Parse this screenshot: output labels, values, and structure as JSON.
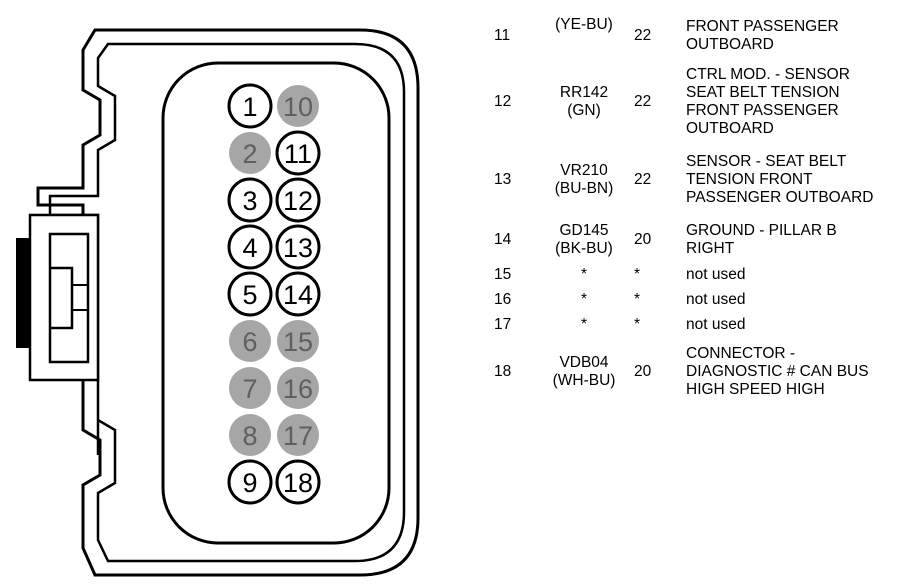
{
  "connector": {
    "pins": [
      {
        "number": "1",
        "used": true
      },
      {
        "number": "2",
        "used": false
      },
      {
        "number": "3",
        "used": true
      },
      {
        "number": "4",
        "used": true
      },
      {
        "number": "5",
        "used": true
      },
      {
        "number": "6",
        "used": false
      },
      {
        "number": "7",
        "used": false
      },
      {
        "number": "8",
        "used": false
      },
      {
        "number": "9",
        "used": true
      },
      {
        "number": "10",
        "used": false
      },
      {
        "number": "11",
        "used": true
      },
      {
        "number": "12",
        "used": true
      },
      {
        "number": "13",
        "used": true
      },
      {
        "number": "14",
        "used": true
      },
      {
        "number": "15",
        "used": false
      },
      {
        "number": "16",
        "used": false
      },
      {
        "number": "17",
        "used": false
      },
      {
        "number": "18",
        "used": true
      }
    ],
    "colors": {
      "unused_fill": "#a6a6a6",
      "unused_text": "#5f5f5f",
      "used_fill": "#ffffff",
      "outline": "#000000"
    }
  },
  "pinout": [
    {
      "pin": "11",
      "wire": "(YE-BU)",
      "gauge": "22",
      "description": "FRONT PASSENGER\nOUTBOARD"
    },
    {
      "pin": "12",
      "wire": "RR142\n(GN)",
      "gauge": "22",
      "description": "CTRL MOD. - SENSOR\nSEAT BELT TENSION\nFRONT PASSENGER\nOUTBOARD"
    },
    {
      "pin": "13",
      "wire": "VR210\n(BU-BN)",
      "gauge": "22",
      "description": "SENSOR - SEAT BELT\nTENSION FRONT\nPASSENGER OUTBOARD"
    },
    {
      "pin": "14",
      "wire": "GD145\n(BK-BU)",
      "gauge": "20",
      "description": "GROUND - PILLAR B\nRIGHT"
    },
    {
      "pin": "15",
      "wire": "*",
      "gauge": "*",
      "description": "not used"
    },
    {
      "pin": "16",
      "wire": "*",
      "gauge": "*",
      "description": "not used"
    },
    {
      "pin": "17",
      "wire": "*",
      "gauge": "*",
      "description": "not used"
    },
    {
      "pin": "18",
      "wire": "VDB04\n(WH-BU)",
      "gauge": "20",
      "description": "CONNECTOR -\nDIAGNOSTIC # CAN BUS\nHIGH SPEED HIGH"
    }
  ]
}
